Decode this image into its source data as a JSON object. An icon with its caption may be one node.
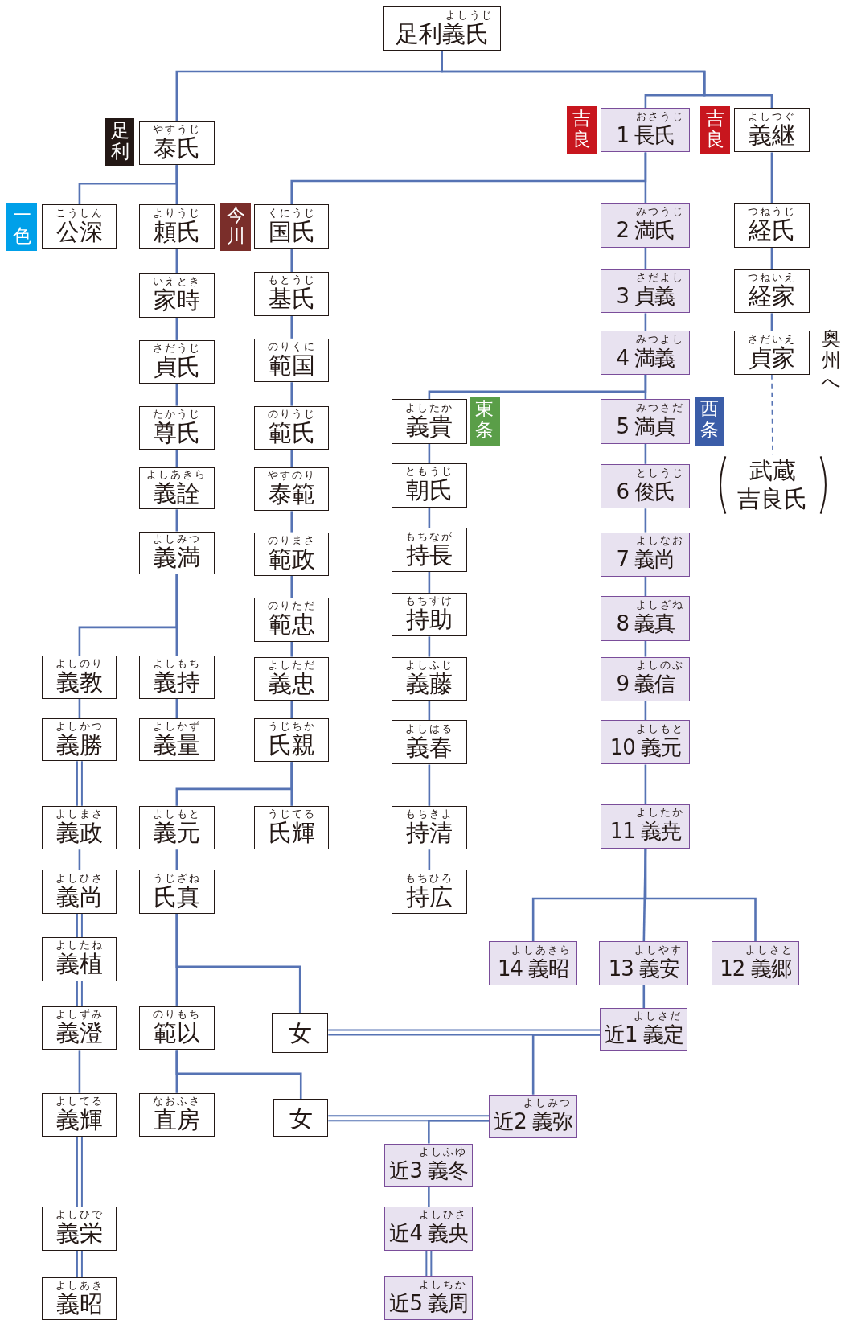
{
  "diagram": {
    "nodes": [
      {
        "text": [
          "よしうじ",
          "足利義氏"
        ]
      },
      {
        "text": [
          "足利"
        ]
      },
      {
        "text": [
          "やすうじ",
          "泰氏"
        ]
      },
      {
        "text": [
          "吉良"
        ]
      },
      {
        "text": [
          "おさうじ",
          "1 長氏"
        ]
      },
      {
        "text": [
          "吉良"
        ]
      },
      {
        "text": [
          "よしつぐ",
          "義継"
        ]
      },
      {
        "text": [
          "一色"
        ]
      },
      {
        "text": [
          "こうしん",
          "公深"
        ]
      },
      {
        "text": [
          "よりうじ",
          "頼氏"
        ]
      },
      {
        "text": [
          "今川"
        ]
      },
      {
        "text": [
          "くにうじ",
          "国氏"
        ]
      },
      {
        "text": [
          "みつうじ",
          "2 満氏"
        ]
      },
      {
        "text": [
          "つねうじ",
          "経氏"
        ]
      },
      {
        "text": [
          "いえとき",
          "家時"
        ]
      },
      {
        "text": [
          "もとうじ",
          "基氏"
        ]
      },
      {
        "text": [
          "さだよし",
          "3 貞義"
        ]
      },
      {
        "text": [
          "つねいえ",
          "経家"
        ]
      },
      {
        "text": [
          "さだうじ",
          "貞氏"
        ]
      },
      {
        "text": [
          "のりくに",
          "範国"
        ]
      },
      {
        "text": [
          "みつよし",
          "4 満義"
        ]
      },
      {
        "text": [
          "さだいえ",
          "貞家"
        ]
      },
      {
        "text": [
          "たかうじ",
          "尊氏"
        ]
      },
      {
        "text": [
          "のりうじ",
          "範氏"
        ]
      },
      {
        "text": [
          "よしたか",
          "義貴"
        ]
      },
      {
        "text": [
          "東条"
        ]
      },
      {
        "text": [
          "みつさだ",
          "5 満貞"
        ]
      },
      {
        "text": [
          "西条"
        ]
      },
      {
        "text": [
          "武蔵",
          "吉良氏"
        ]
      },
      {
        "text": [
          "よしあきら",
          "義詮"
        ]
      },
      {
        "text": [
          "やすのり",
          "泰範"
        ]
      },
      {
        "text": [
          "ともうじ",
          "朝氏"
        ]
      },
      {
        "text": [
          "としうじ",
          "6 俊氏"
        ]
      },
      {
        "text": [
          "よしみつ",
          "義満"
        ]
      },
      {
        "text": [
          "のりまさ",
          "範政"
        ]
      },
      {
        "text": [
          "もちなが",
          "持長"
        ]
      },
      {
        "text": [
          "よしなお",
          "7 義尚"
        ]
      },
      {
        "text": [
          "のりただ",
          "範忠"
        ]
      },
      {
        "text": [
          "もちすけ",
          "持助"
        ]
      },
      {
        "text": [
          "よしざね",
          "8 義真"
        ]
      },
      {
        "text": [
          "よしのり",
          "義教"
        ]
      },
      {
        "text": [
          "よしもち",
          "義持"
        ]
      },
      {
        "text": [
          "よしただ",
          "義忠"
        ]
      },
      {
        "text": [
          "よしふじ",
          "義藤"
        ]
      },
      {
        "text": [
          "よしのぶ",
          "9 義信"
        ]
      },
      {
        "text": [
          "よしかつ",
          "義勝"
        ]
      },
      {
        "text": [
          "よしかず",
          "義量"
        ]
      },
      {
        "text": [
          "うじちか",
          "氏親"
        ]
      },
      {
        "text": [
          "よしはる",
          "義春"
        ]
      },
      {
        "text": [
          "よしもと",
          "10 義元"
        ]
      },
      {
        "text": [
          "よしまさ",
          "義政"
        ]
      },
      {
        "text": [
          "よしもと",
          "義元"
        ]
      },
      {
        "text": [
          "うじてる",
          "氏輝"
        ]
      },
      {
        "text": [
          "もちきよ",
          "持清"
        ]
      },
      {
        "text": [
          "よしたか",
          "11 義尭"
        ]
      },
      {
        "text": [
          "よしひさ",
          "義尚"
        ]
      },
      {
        "text": [
          "うじざね",
          "氏真"
        ]
      },
      {
        "text": [
          "もちひろ",
          "持広"
        ]
      },
      {
        "text": [
          "よしたね",
          "義植"
        ]
      },
      {
        "text": [
          "よしあきら",
          "14 義昭"
        ]
      },
      {
        "text": [
          "よしやす",
          "13 義安"
        ]
      },
      {
        "text": [
          "よしさと",
          "12 義郷"
        ]
      },
      {
        "text": [
          "よしずみ",
          "義澄"
        ]
      },
      {
        "text": [
          "のりもち",
          "範以"
        ]
      },
      {
        "text": [
          "女"
        ]
      },
      {
        "text": [
          "よしさだ",
          "近1 義定"
        ]
      },
      {
        "text": [
          "よしてる",
          "義輝"
        ]
      },
      {
        "text": [
          "なおふさ",
          "直房"
        ]
      },
      {
        "text": [
          "女"
        ]
      },
      {
        "text": [
          "よしみつ",
          "近2 義弥"
        ]
      },
      {
        "text": [
          "よしふゆ",
          "近3 義冬"
        ]
      },
      {
        "text": [
          "よしひで",
          "義栄"
        ]
      },
      {
        "text": [
          "よしひさ",
          "近4 義央"
        ]
      },
      {
        "text": [
          "よしあき",
          "義昭"
        ]
      },
      {
        "text": [
          "よしちか",
          "近5 義周"
        ]
      }
    ],
    "edges": [
      {
        "from": 0,
        "to": 2,
        "arrow": "none"
      },
      {
        "from": 0,
        "to": 4,
        "arrow": "none"
      },
      {
        "from": 0,
        "to": 6,
        "arrow": "none"
      },
      {
        "from": 2,
        "to": 8,
        "arrow": "none"
      },
      {
        "from": 2,
        "to": 9,
        "arrow": "none"
      },
      {
        "from": 4,
        "to": 11,
        "arrow": "none"
      },
      {
        "from": 4,
        "to": 12,
        "arrow": "none"
      },
      {
        "from": 6,
        "to": 13,
        "arrow": "none"
      },
      {
        "from": 9,
        "to": 14,
        "arrow": "none"
      },
      {
        "from": 11,
        "to": 15,
        "arrow": "none"
      },
      {
        "from": 12,
        "to": 16,
        "arrow": "none"
      },
      {
        "from": 13,
        "to": 17,
        "arrow": "none"
      },
      {
        "from": 14,
        "to": 18,
        "arrow": "none"
      },
      {
        "from": 15,
        "to": 19,
        "arrow": "none"
      },
      {
        "from": 16,
        "to": 20,
        "arrow": "none"
      },
      {
        "from": 17,
        "to": 21,
        "arrow": "none"
      },
      {
        "from": 18,
        "to": 22,
        "arrow": "none"
      },
      {
        "from": 19,
        "to": 23,
        "arrow": "none"
      },
      {
        "from": 20,
        "to": 24,
        "arrow": "none"
      },
      {
        "from": 20,
        "to": 26,
        "arrow": "none"
      },
      {
        "from": 21,
        "to": 28,
        "arrow": "none",
        "style": "dashed"
      },
      {
        "from": 22,
        "to": 29,
        "arrow": "none"
      },
      {
        "from": 23,
        "to": 30,
        "arrow": "none"
      },
      {
        "from": 24,
        "to": 31,
        "arrow": "none"
      },
      {
        "from": 26,
        "to": 32,
        "arrow": "none"
      },
      {
        "from": 29,
        "to": 33,
        "arrow": "none"
      },
      {
        "from": 30,
        "to": 34,
        "arrow": "none"
      },
      {
        "from": 31,
        "to": 35,
        "arrow": "none"
      },
      {
        "from": 32,
        "to": 36,
        "arrow": "none"
      },
      {
        "from": 33,
        "to": 40,
        "arrow": "none"
      },
      {
        "from": 33,
        "to": 41,
        "arrow": "none"
      },
      {
        "from": 34,
        "to": 37,
        "arrow": "none"
      },
      {
        "from": 35,
        "to": 38,
        "arrow": "none"
      },
      {
        "from": 36,
        "to": 39,
        "arrow": "none"
      },
      {
        "from": 37,
        "to": 42,
        "arrow": "none"
      },
      {
        "from": 38,
        "to": 43,
        "arrow": "none"
      },
      {
        "from": 39,
        "to": 44,
        "arrow": "none"
      },
      {
        "from": 40,
        "to": 45,
        "arrow": "none"
      },
      {
        "from": 41,
        "to": 46,
        "arrow": "none"
      },
      {
        "from": 42,
        "to": 47,
        "arrow": "none"
      },
      {
        "from": 43,
        "to": 48,
        "arrow": "none"
      },
      {
        "from": 44,
        "to": 49,
        "arrow": "none"
      },
      {
        "from": 45,
        "to": 50,
        "arrow": "none"
      },
      {
        "from": 47,
        "to": 51,
        "arrow": "none"
      },
      {
        "from": 47,
        "to": 52,
        "arrow": "none"
      },
      {
        "from": 48,
        "to": 53,
        "arrow": "none"
      },
      {
        "from": 49,
        "to": 54,
        "arrow": "none"
      },
      {
        "from": 50,
        "to": 55,
        "arrow": "none"
      },
      {
        "from": 51,
        "to": 56,
        "arrow": "none"
      },
      {
        "from": 53,
        "to": 57,
        "arrow": "none"
      },
      {
        "from": 54,
        "to": 59,
        "arrow": "none"
      },
      {
        "from": 54,
        "to": 60,
        "arrow": "none"
      },
      {
        "from": 54,
        "to": 61,
        "arrow": "none"
      },
      {
        "from": 55,
        "to": 58,
        "arrow": "none"
      },
      {
        "from": 56,
        "to": 63,
        "arrow": "none"
      },
      {
        "from": 56,
        "to": 64,
        "arrow": "none"
      },
      {
        "from": 60,
        "to": 65,
        "arrow": "none"
      },
      {
        "from": 58,
        "to": 62,
        "arrow": "none"
      },
      {
        "from": 64,
        "to": 65,
        "arrow": "none"
      },
      {
        "from": 65,
        "to": 69,
        "arrow": "none"
      },
      {
        "from": 63,
        "to": 67,
        "arrow": "none"
      },
      {
        "from": 63,
        "to": 68,
        "arrow": "none"
      },
      {
        "from": 62,
        "to": 66,
        "arrow": "none"
      },
      {
        "from": 68,
        "to": 69,
        "arrow": "none"
      },
      {
        "from": 69,
        "to": 70,
        "arrow": "none"
      },
      {
        "from": 66,
        "to": 71,
        "arrow": "none"
      },
      {
        "from": 70,
        "to": 72,
        "arrow": "none"
      },
      {
        "from": 71,
        "to": 73,
        "arrow": "none"
      },
      {
        "from": 72,
        "to": 74,
        "arrow": "none"
      }
    ],
    "labels": [
      "奥州へ"
    ]
  }
}
